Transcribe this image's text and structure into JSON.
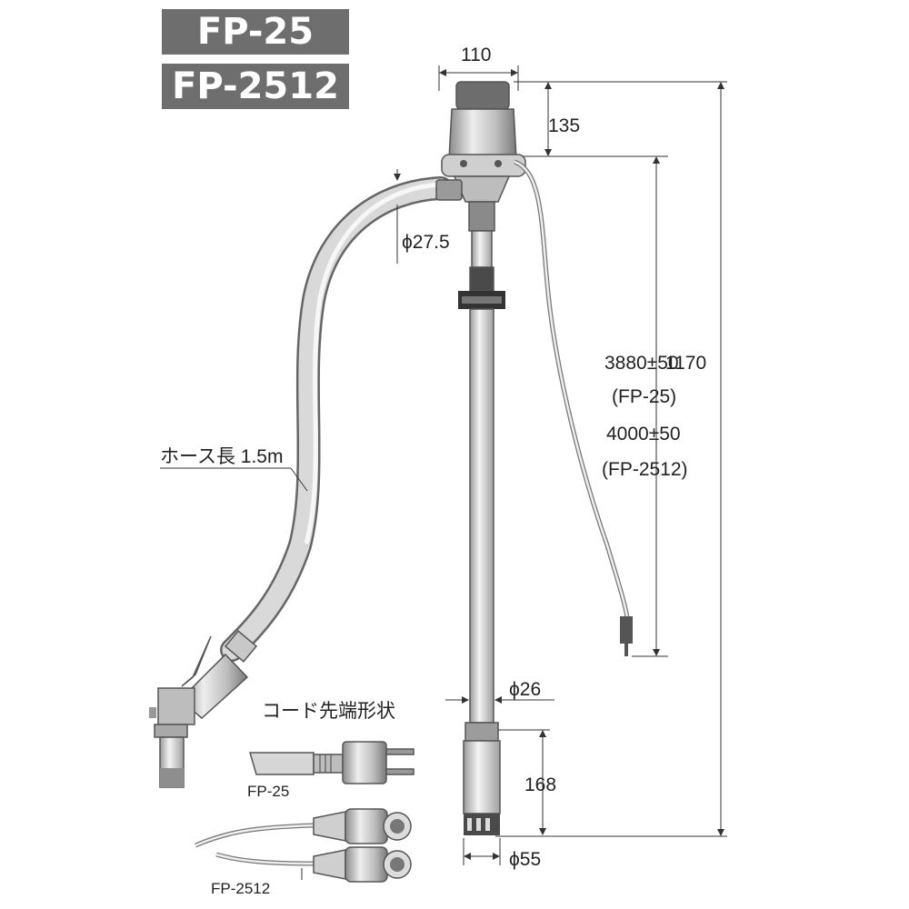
{
  "titles": [
    "FP-25",
    "FP-2512"
  ],
  "dimensions": {
    "head_width": "110",
    "head_height": "135",
    "total_height": "1170",
    "hose_diameter": "ϕ27.5",
    "tube_diameter": "ϕ26",
    "bottom_length": "168",
    "bottom_diameter": "ϕ55"
  },
  "cord_length": {
    "fp25_value": "3880±50",
    "fp25_model": "(FP-25)",
    "fp2512_value": "4000±50",
    "fp2512_model": "(FP-2512)"
  },
  "hose_label": "ホース長 1.5m",
  "cord_shape": {
    "title": "コード先端形状",
    "fp25_label": "FP-25",
    "fp2512_label": "FP-2512"
  }
}
